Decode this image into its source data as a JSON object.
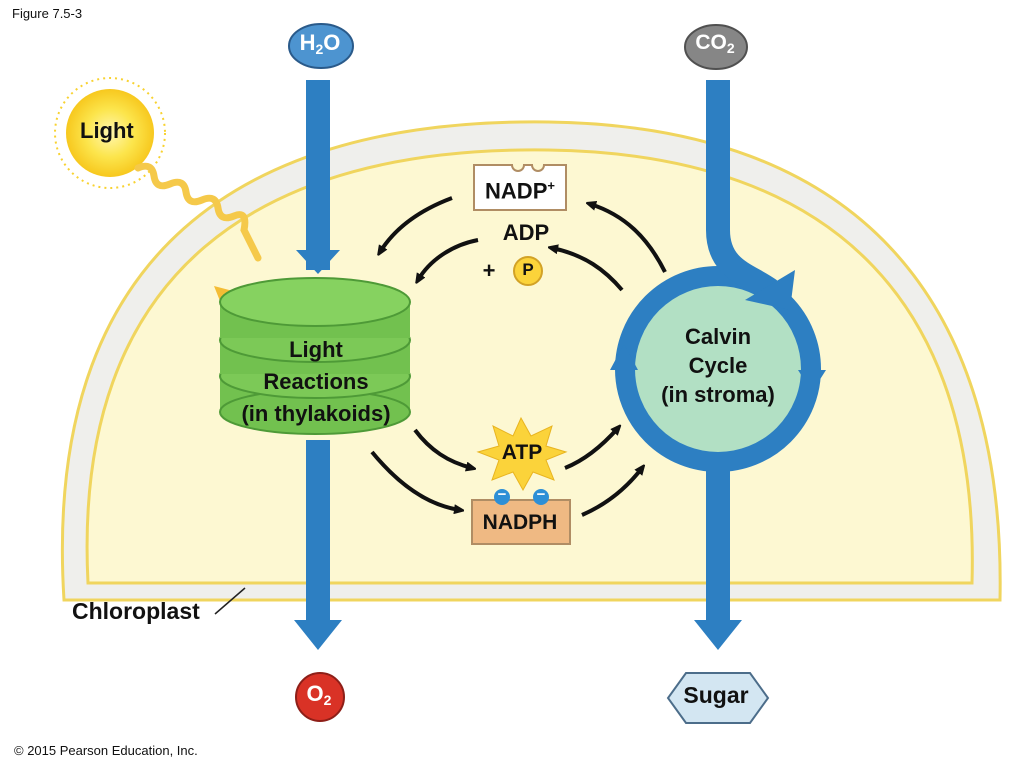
{
  "figure_label": "Figure 7.5-3",
  "copyright": "© 2015 Pearson Education, Inc.",
  "chloroplast_label": "Chloroplast",
  "light_label": "Light",
  "light_reactions": [
    "Light",
    "Reactions",
    "(in thylakoids)"
  ],
  "calvin_cycle": [
    "Calvin",
    "Cycle",
    "(in stroma)"
  ],
  "inputs": {
    "water": {
      "main": "H",
      "sub": "2",
      "tail": "O"
    },
    "carbon_dioxide": {
      "main": "CO",
      "sub": "2"
    }
  },
  "outputs": {
    "oxygen": {
      "main": "O",
      "sub": "2"
    },
    "sugar": "Sugar"
  },
  "molecules": {
    "nadp_plus": {
      "text": "NADP",
      "charge": "+"
    },
    "adp": "ADP",
    "plus": "+",
    "phosphate": "P",
    "atp": "ATP",
    "nadph": "NADPH",
    "electron": "−"
  },
  "colors": {
    "stroma": "#fdf8d2",
    "membrane_gray": "#efefec",
    "membrane_yellow": "#f2d660",
    "blue_arrow": "#2d7fc2",
    "thylakoid": "#72c14f",
    "thylakoid_dark": "#4e9a37",
    "calvin_fill": "#b2e0c4",
    "sun": "#fbd534",
    "oxygen": "#d93226",
    "co2": "#868686",
    "water": "#4d94d0",
    "nadph_fill": "#efb983",
    "atp_fill": "#fbd33a",
    "sugar_fill": "#d3e6f2"
  }
}
